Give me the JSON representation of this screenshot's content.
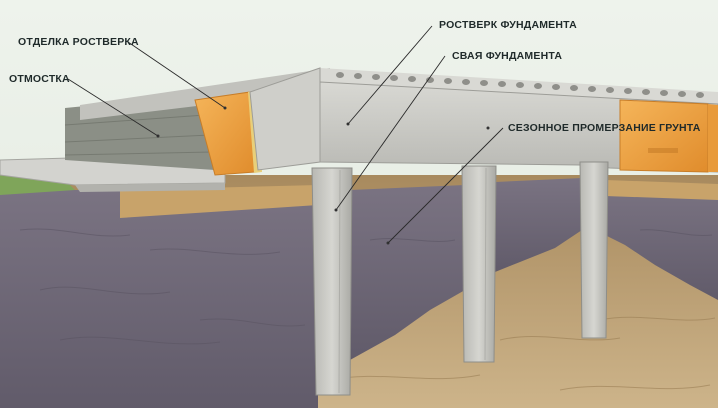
{
  "labels": {
    "grillage_finish": "ОТДЕЛКА РОСТВЕРКА",
    "blind_area": "ОТМОСТКА",
    "grillage": "РОСТВЕРК ФУНДАМЕНТА",
    "pile": "СВАЯ ФУНДАМЕНТА",
    "frost_depth": "СЕЗОННОЕ ПРОМЕРЗАНИЕ ГРУНТА"
  },
  "colors": {
    "sky": "#e9efe6",
    "concrete": "#c9c9c4",
    "soil_frozen": "#6f6878",
    "soil_deep": "#b89a6c",
    "sand": "#c8a36a",
    "insulation": "#f0a446",
    "grass": "#7fa55a"
  }
}
